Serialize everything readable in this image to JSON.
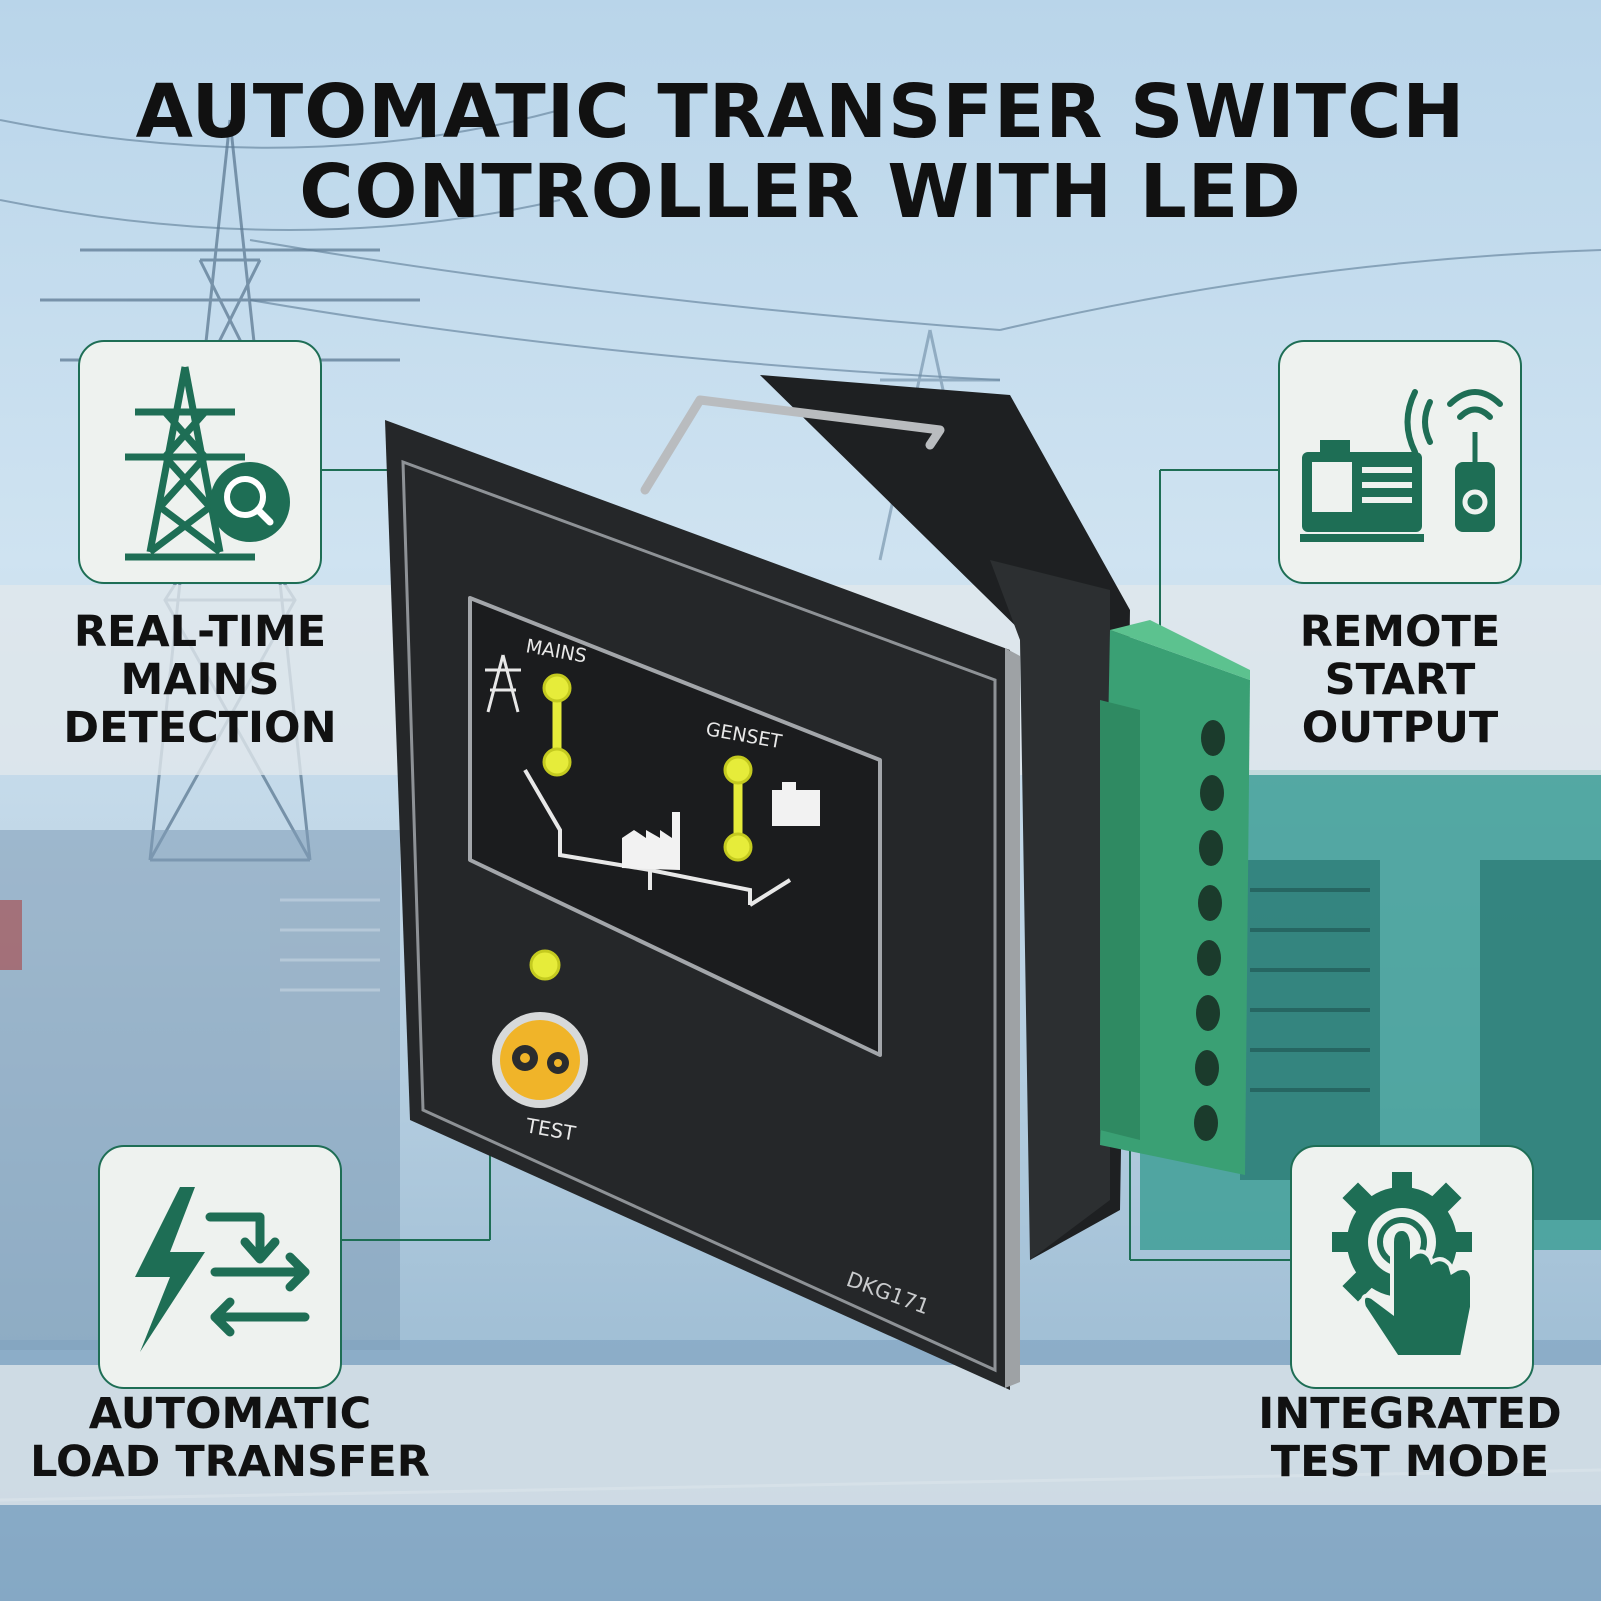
{
  "title": {
    "line1": "AUTOMATIC TRANSFER SWITCH",
    "line2": "CONTROLLER WITH LED"
  },
  "features": [
    {
      "icon": "tower-search-icon",
      "lines": [
        "REAL-TIME",
        "MAINS",
        "DETECTION"
      ]
    },
    {
      "icon": "generator-remote-icon",
      "lines": [
        "REMOTE",
        "START",
        "OUTPUT"
      ]
    },
    {
      "icon": "lightning-transfer-icon",
      "lines": [
        "AUTOMATIC",
        "LOAD TRANSFER"
      ]
    },
    {
      "icon": "gear-touch-icon",
      "lines": [
        "INTEGRATED",
        "TEST MODE"
      ]
    }
  ],
  "device": {
    "mains_label": "MAINS",
    "genset_label": "GENSET",
    "test_label": "TEST",
    "model": "DKG171"
  },
  "colors": {
    "accent": "#1e6e55",
    "panel": "#2a2c2e",
    "led": "#e6ec3a",
    "terminal": "#3aa074",
    "button": "#f0b429"
  }
}
